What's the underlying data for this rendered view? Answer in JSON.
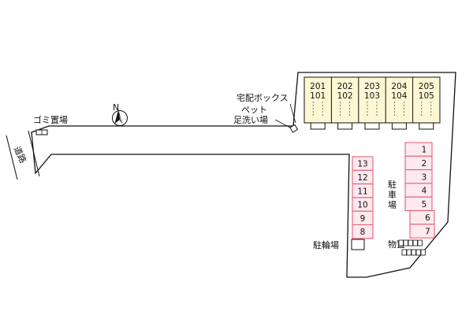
{
  "labels": {
    "garbage": "ゴミ置場",
    "road": "道路",
    "delivery_box": "宅配ボックス",
    "pet_wash_line1": "ペット",
    "pet_wash_line2": "足洗い場",
    "parking_vertical": [
      "駐",
      "車",
      "場"
    ],
    "bicycle_parking": "駐輪場",
    "storage": "物置",
    "north": "N"
  },
  "building": {
    "upper_units": [
      "201",
      "202",
      "203",
      "204",
      "205"
    ],
    "lower_units": [
      "101",
      "102",
      "103",
      "104",
      "105"
    ]
  },
  "parking_right": [
    "1",
    "2",
    "3",
    "4",
    "5",
    "6",
    "7"
  ],
  "parking_left": [
    "13",
    "12",
    "11",
    "10",
    "9",
    "8"
  ],
  "colors": {
    "building_fill": "#fdf8d3",
    "parking_stroke": "#e2546e",
    "parking_fill": "#fde9ee",
    "line": "#111111"
  }
}
